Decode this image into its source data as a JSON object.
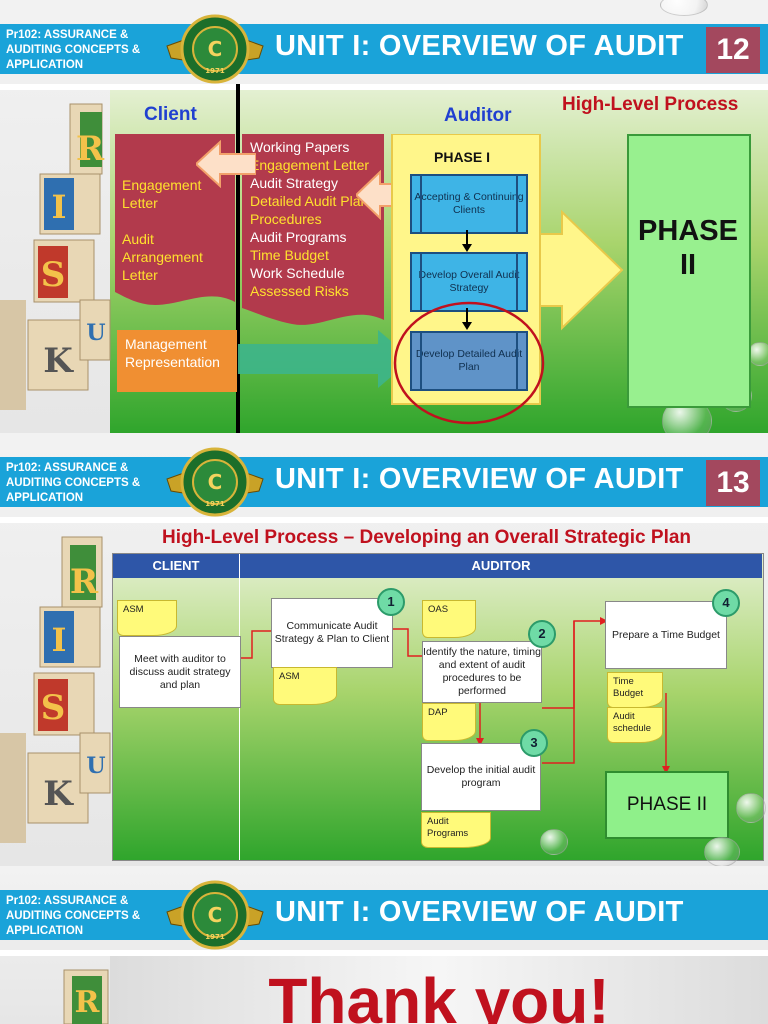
{
  "header": {
    "course": "Pr102: ASSURANCE & AUDITING CONCEPTS & APPLICATION",
    "title": "UNIT I: OVERVIEW OF AUDIT"
  },
  "slide1": {
    "page": "12",
    "client_label": "Client",
    "auditor_label": "Auditor",
    "process_title": "High-Level Process",
    "client_docs": [
      "Engagement Letter",
      "Audit Arrangement Letter"
    ],
    "auditor_docs": [
      {
        "text": "Working Papers",
        "color": "#ffffff"
      },
      {
        "text": "Engagement Letter",
        "color": "#ffe12e"
      },
      {
        "text": "Audit Strategy",
        "color": "#ffffff"
      },
      {
        "text": "Detailed Audit Plan & Procedures",
        "color": "#ffe12e"
      },
      {
        "text": "Audit Programs",
        "color": "#ffffff"
      },
      {
        "text": "Time Budget",
        "color": "#ffe12e"
      },
      {
        "text": "Work Schedule",
        "color": "#ffffff"
      },
      {
        "text": "Assessed Risks",
        "color": "#ffe12e"
      }
    ],
    "mgmt_rep": "Management Representation",
    "phase1_title": "PHASE I",
    "steps": [
      "Accepting & Continuing Clients",
      "Develop Overall Audit Strategy",
      "Develop Detailed Audit Plan"
    ],
    "phase2": "PHASE II"
  },
  "slide2": {
    "page": "13",
    "title": "High-Level Process – Developing an Overall Strategic Plan",
    "col_client": "CLIENT",
    "col_auditor": "AUDITOR",
    "doc_asm_client": "ASM",
    "meet": "Meet with auditor to discuss audit strategy and plan",
    "step1": "Communicate Audit Strategy & Plan to Client",
    "doc_asm": "ASM",
    "doc_oas": "OAS",
    "step2": "Identify the nature, timing and extent of audit procedures to be performed",
    "doc_dap": "DAP",
    "step3": "Develop the initial audit program",
    "doc_programs": "Audit Programs",
    "step4": "Prepare a Time Budget",
    "doc_time": "Time Budget",
    "doc_schedule": "Audit schedule",
    "phase2": "PHASE II",
    "badges": [
      "1",
      "2",
      "3",
      "4"
    ]
  },
  "slide3": {
    "message": "Thank you!"
  },
  "logo_year": "1971",
  "block_letters": [
    "R",
    "I",
    "S",
    "K",
    "U"
  ]
}
